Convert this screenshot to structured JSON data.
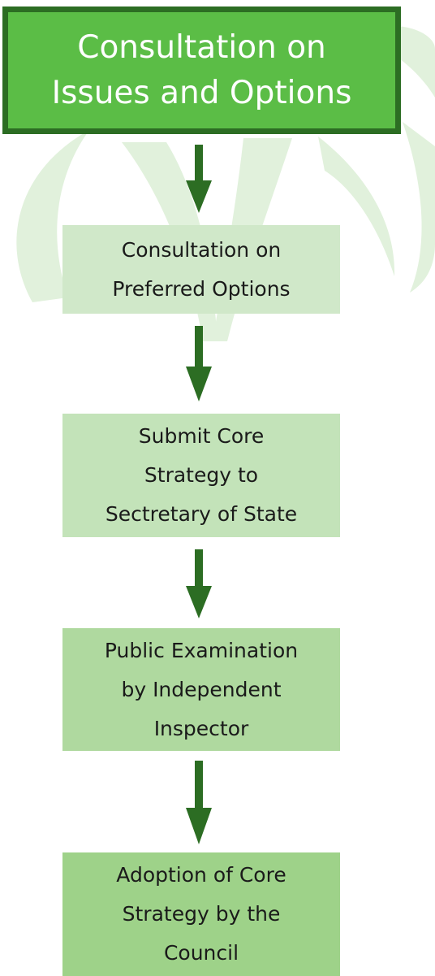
{
  "colors": {
    "main_fill": "#5bbd46",
    "main_border": "#2c6d23",
    "arrow": "#2c6d23",
    "step_fills": [
      "#d0e8c9",
      "#c3e3b9",
      "#afd99f",
      "#9ed289"
    ],
    "background_mark": "#e1f1dc"
  },
  "flow": {
    "main": {
      "lines": [
        "Consultation on",
        "Issues and Options"
      ]
    },
    "steps": [
      {
        "lines": [
          "Consultation on",
          "Preferred Options"
        ]
      },
      {
        "lines": [
          "Submit Core",
          "Strategy to",
          "Sectretary of State"
        ]
      },
      {
        "lines": [
          "Public Examination",
          "by Independent",
          "Inspector"
        ]
      },
      {
        "lines": [
          "Adoption of Core",
          "Strategy by the",
          "Council"
        ]
      }
    ]
  },
  "icons": {
    "background": "leaf-watermark-icon",
    "connector": "arrow-down-icon"
  }
}
